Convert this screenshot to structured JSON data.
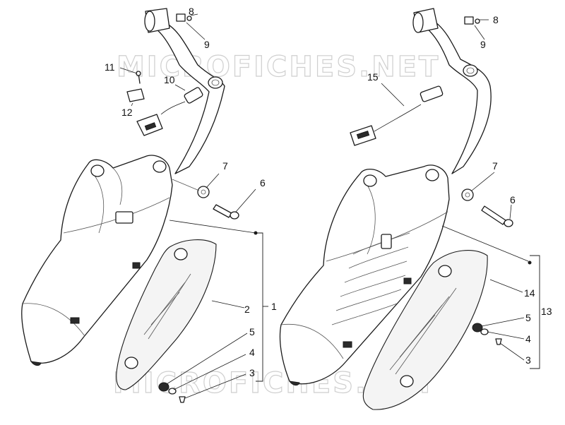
{
  "watermark": {
    "text": "MICROFICHES.NET",
    "color": "#cfcfcf"
  },
  "callouts": {
    "left": {
      "p8": "8",
      "p9": "9",
      "p11": "11",
      "p10": "10",
      "p12": "12",
      "p7": "7",
      "p6": "6",
      "p1": "1",
      "p2": "2",
      "p5": "5",
      "p4": "4",
      "p3": "3"
    },
    "right": {
      "p8": "8",
      "p9": "9",
      "p15": "15",
      "p7": "7",
      "p6": "6",
      "p14": "14",
      "p13": "13",
      "p5": "5",
      "p4": "4",
      "p3": "3"
    }
  },
  "colors": {
    "line": "#1a1a1a",
    "fill": "#ffffff"
  }
}
